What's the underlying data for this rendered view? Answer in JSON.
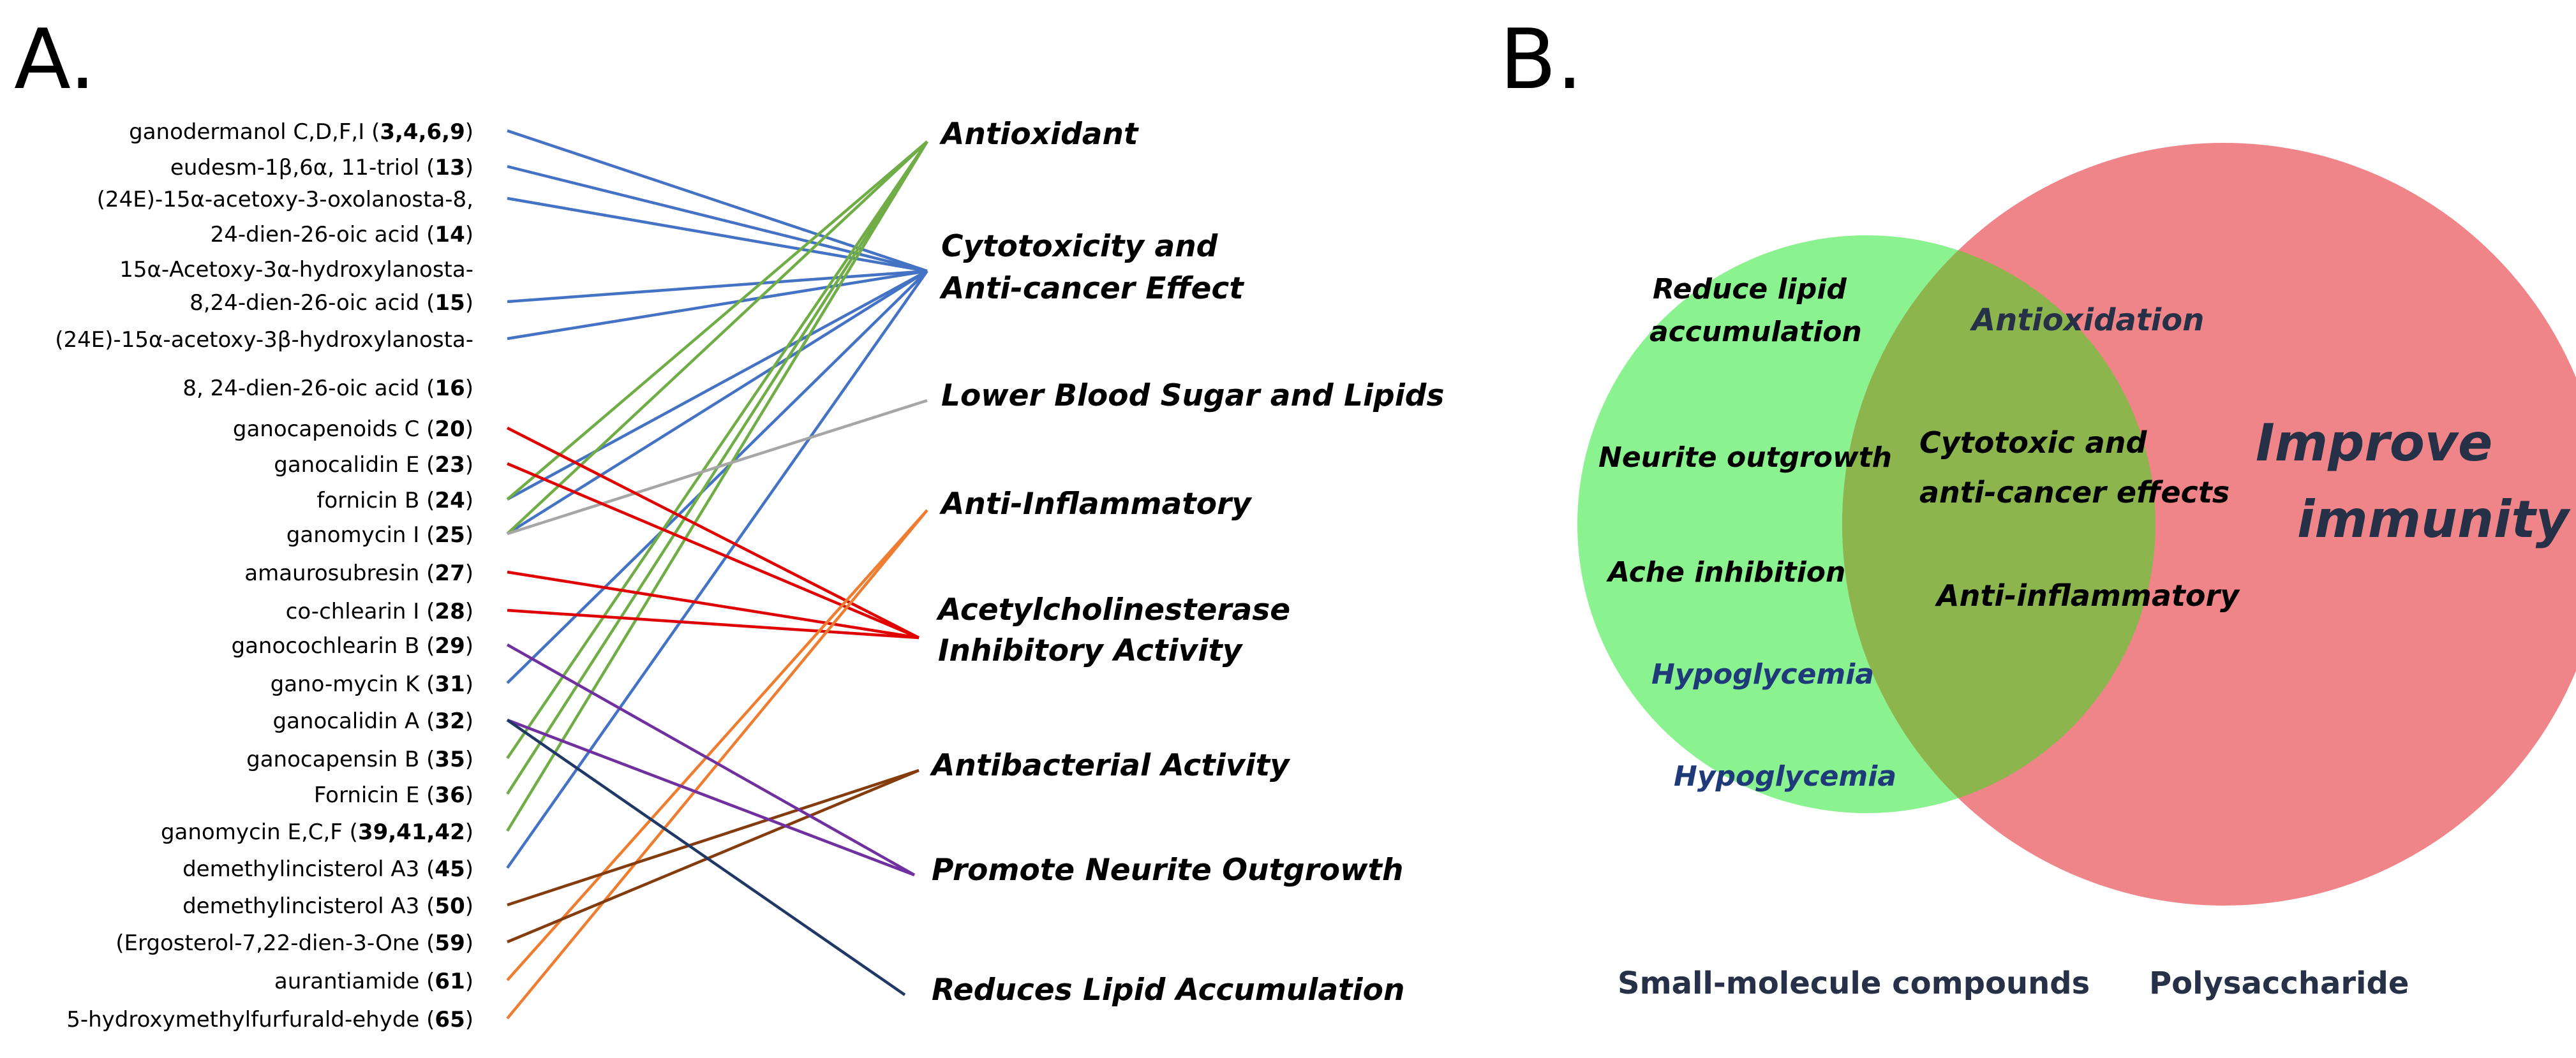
{
  "panels": {
    "a": {
      "label": "A."
    },
    "b": {
      "label": "B."
    }
  },
  "colors": {
    "blue": "#4472c4",
    "green": "#70ad47",
    "gray": "#a6a6a6",
    "red": "#e00000",
    "orange": "#ed7d31",
    "purple": "#7030a0",
    "brown": "#843c0c",
    "navy": "#1f3864",
    "venn_left": "#8af28f",
    "venn_right": "#f08589",
    "venn_overlap": "#8cb54e",
    "text_dark": "#263046"
  },
  "compounds": [
    {
      "name": "ganodermanol C,D,F,I",
      "num": "3,4,6,9"
    },
    {
      "name": "eudesm-1β,6α, 11-triol",
      "num": "13"
    },
    {
      "name": "(24E)-15α-acetoxy-3-oxolanosta-8,",
      "num": ""
    },
    {
      "name": "24-dien-26-oic acid",
      "num": "14"
    },
    {
      "name": "15α-Acetoxy-3α-hydroxylanosta-",
      "num": ""
    },
    {
      "name": "8,24-dien-26-oic acid",
      "num": "15"
    },
    {
      "name": "(24E)-15α-acetoxy-3β-hydroxylanosta-",
      "num": ""
    },
    {
      "name": "8, 24-dien-26-oic acid",
      "num": "16"
    },
    {
      "name": "ganocapenoids C",
      "num": "20"
    },
    {
      "name": "ganocalidin E",
      "num": "23"
    },
    {
      "name": "fornicin B",
      "num": "24"
    },
    {
      "name": "ganomycin I",
      "num": "25"
    },
    {
      "name": "amaurosubresin",
      "num": "27"
    },
    {
      "name": "co-chlearin I",
      "num": "28"
    },
    {
      "name": "ganocochlearin B",
      "num": "29"
    },
    {
      "name": "gano-mycin K",
      "num": "31"
    },
    {
      "name": "ganocalidin A",
      "num": "32"
    },
    {
      "name": "ganocapensin B",
      "num": "35"
    },
    {
      "name": "Fornicin E",
      "num": "36"
    },
    {
      "name": "ganomycin E,C,F",
      "num": "39,41,42"
    },
    {
      "name": "demethylincisterol A3",
      "num": "45"
    },
    {
      "name": "demethylincisterol A3",
      "num": "50"
    },
    {
      "name": "(Ergosterol-7,22-dien-3-One",
      "num": "59"
    },
    {
      "name": "aurantiamide",
      "num": "61"
    },
    {
      "name": "5-hydroxymethylfurfurald-ehyde",
      "num": "65"
    }
  ],
  "activities": [
    {
      "lines": [
        "Antioxidant"
      ]
    },
    {
      "lines": [
        "Cytotoxicity and",
        "Anti-cancer Effect"
      ]
    },
    {
      "lines": [
        "Lower Blood Sugar and Lipids"
      ]
    },
    {
      "lines": [
        "Anti-Inflammatory"
      ]
    },
    {
      "lines": [
        "Acetylcholinesterase",
        "Inhibitory Activity"
      ]
    },
    {
      "lines": [
        "Antibacterial Activity"
      ]
    },
    {
      "lines": [
        "Promote Neurite Outgrowth"
      ]
    },
    {
      "lines": [
        "Reduces Lipid Accumulation"
      ]
    }
  ],
  "links": [
    {
      "from": 0,
      "to": 1,
      "color": "blue"
    },
    {
      "from": 1,
      "to": 1,
      "color": "blue"
    },
    {
      "from": 2,
      "to": 1,
      "color": "blue"
    },
    {
      "from": 5,
      "to": 1,
      "color": "blue"
    },
    {
      "from": 6,
      "to": 1,
      "color": "blue"
    },
    {
      "from": 10,
      "to": 1,
      "color": "blue"
    },
    {
      "from": 11,
      "to": 1,
      "color": "blue"
    },
    {
      "from": 15,
      "to": 1,
      "color": "blue"
    },
    {
      "from": 20,
      "to": 1,
      "color": "blue"
    },
    {
      "from": 10,
      "to": 0,
      "color": "green"
    },
    {
      "from": 11,
      "to": 0,
      "color": "green"
    },
    {
      "from": 17,
      "to": 0,
      "color": "green"
    },
    {
      "from": 18,
      "to": 0,
      "color": "green"
    },
    {
      "from": 19,
      "to": 0,
      "color": "green"
    },
    {
      "from": 11,
      "to": 2,
      "color": "gray"
    },
    {
      "from": 8,
      "to": 4,
      "color": "red"
    },
    {
      "from": 9,
      "to": 4,
      "color": "red"
    },
    {
      "from": 12,
      "to": 4,
      "color": "red"
    },
    {
      "from": 13,
      "to": 4,
      "color": "red"
    },
    {
      "from": 23,
      "to": 3,
      "color": "orange"
    },
    {
      "from": 24,
      "to": 3,
      "color": "orange"
    },
    {
      "from": 21,
      "to": 5,
      "color": "brown"
    },
    {
      "from": 22,
      "to": 5,
      "color": "brown"
    },
    {
      "from": 14,
      "to": 6,
      "color": "purple"
    },
    {
      "from": 16,
      "to": 6,
      "color": "purple"
    },
    {
      "from": 16,
      "to": 7,
      "color": "navy"
    }
  ],
  "venn": {
    "left_items": [
      "Reduce lipid",
      "accumulation",
      "Neurite outgrowth",
      "Ache inhibition",
      "Hypoglycemia",
      "Hypoglycemia"
    ],
    "overlap_items": [
      "Antioxidation",
      "Cytotoxic and",
      "anti-cancer effects",
      "Anti-inflammatory"
    ],
    "right_items": [
      "Improve",
      "immunity"
    ],
    "left_label": "Small-molecule compounds",
    "right_label": "Polysaccharide"
  }
}
